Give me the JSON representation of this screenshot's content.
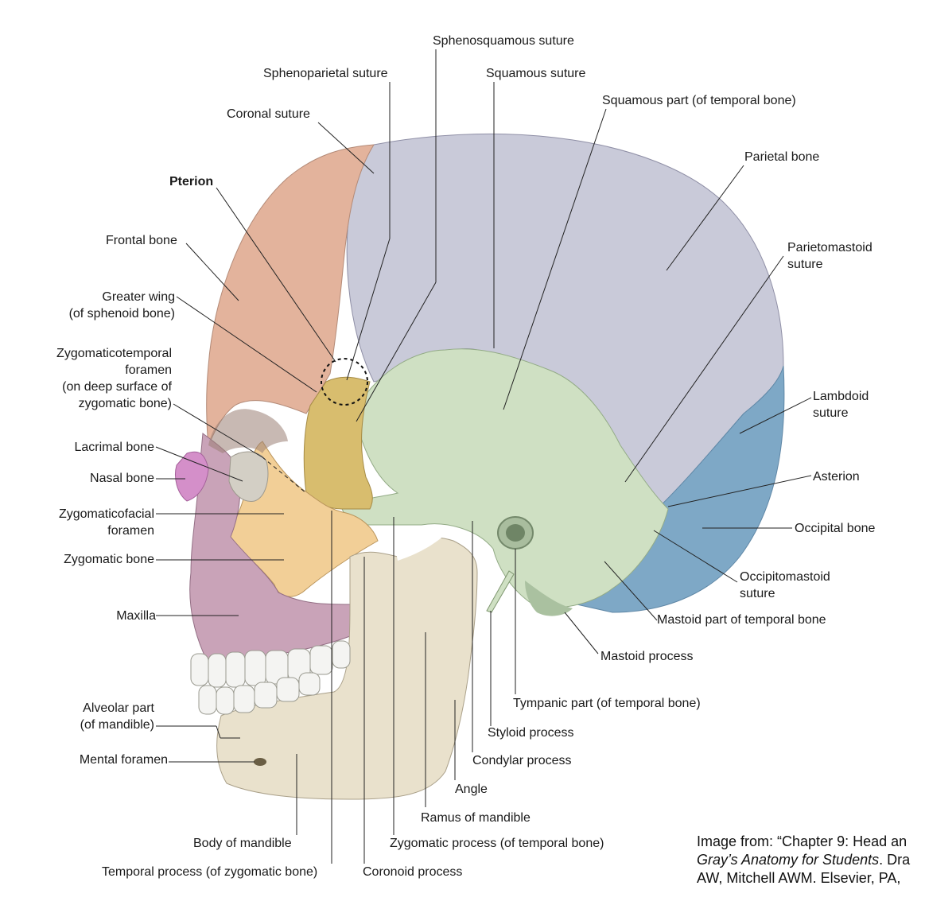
{
  "labels": {
    "sphenosquamous_suture": "Sphenosquamous suture",
    "sphenoparietal_suture": "Sphenoparietal suture",
    "squamous_suture": "Squamous suture",
    "squamous_part": "Squamous part (of temporal bone)",
    "coronal_suture": "Coronal suture",
    "parietal_bone": "Parietal bone",
    "pterion": "Pterion",
    "frontal_bone": "Frontal bone",
    "parietomastoid_suture_1": "Parietomastoid",
    "parietomastoid_suture_2": "suture",
    "greater_wing_1": "Greater wing",
    "greater_wing_2": "(of sphenoid bone)",
    "zygomaticotemporal_1": "Zygomaticotemporal",
    "zygomaticotemporal_2": "foramen",
    "zygomaticotemporal_3": "(on deep surface of",
    "zygomaticotemporal_4": "zygomatic bone)",
    "lambdoid_suture_1": "Lambdoid",
    "lambdoid_suture_2": "suture",
    "lacrimal_bone": "Lacrimal bone",
    "asterion": "Asterion",
    "nasal_bone": "Nasal bone",
    "zygomaticofacial_1": "Zygomaticofacial",
    "zygomaticofacial_2": "foramen",
    "occipital_bone": "Occipital bone",
    "zygomatic_bone": "Zygomatic bone",
    "occipitomastoid_1": "Occipitomastoid",
    "occipitomastoid_2": "suture",
    "maxilla": "Maxilla",
    "mastoid_part": "Mastoid part of temporal bone",
    "mastoid_process": "Mastoid process",
    "tympanic_part": "Tympanic part (of temporal bone)",
    "alveolar_part_1": "Alveolar part",
    "alveolar_part_2": "(of mandible)",
    "styloid_process": "Styloid process",
    "mental_foramen": "Mental foramen",
    "condylar_process": "Condylar process",
    "angle": "Angle",
    "ramus": "Ramus of mandible",
    "body_of_mandible": "Body of mandible",
    "zygomatic_process": "Zygomatic process (of temporal bone)",
    "temporal_process": "Temporal process (of zygomatic bone)",
    "coronoid_process": "Coronoid process"
  },
  "credit": {
    "line1": "Image from: “Chapter 9: Head an",
    "line2_italic": "Gray’s Anatomy for Students",
    "line2_rest": ". Dra",
    "line3": "AW, Mitchell AWM. Elsevier, PA,"
  },
  "colors": {
    "frontal": "#e3b39c",
    "parietal": "#c9cad9",
    "temporal": "#cfe0c3",
    "sphenoid": "#d8bd6e",
    "zygomatic": "#f2cf97",
    "occipital": "#7ea8c6",
    "maxilla": "#c9a3b8",
    "nasal": "#d48fc9",
    "lacrimal": "#d3cfc5",
    "mandible": "#e9e1cc",
    "teeth": "#f4f4f2",
    "leader": "#222222"
  }
}
